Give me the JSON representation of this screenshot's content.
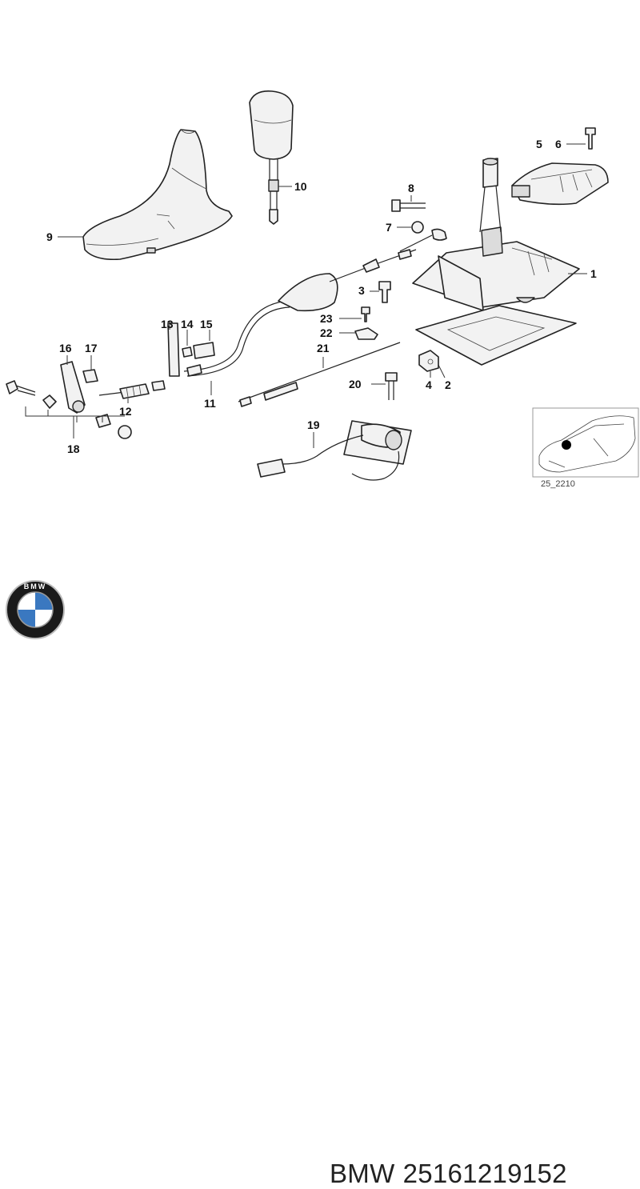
{
  "diagram": {
    "part_labels": {
      "p1": "1",
      "p2": "2",
      "p3": "3",
      "p4": "4",
      "p5": "5",
      "p6": "6",
      "p7": "7",
      "p8": "8",
      "p9": "9",
      "p10": "10",
      "p11": "11",
      "p12": "12",
      "p13": "13",
      "p14": "14",
      "p15": "15",
      "p16": "16",
      "p17": "17",
      "p18": "18",
      "p19": "19",
      "p20": "20",
      "p21": "21",
      "p22": "22",
      "p23": "23"
    },
    "inset_code": "25_2210"
  },
  "footer": {
    "brand": "BMW",
    "part_number": "25161219152",
    "logo_letters": "BMW"
  }
}
